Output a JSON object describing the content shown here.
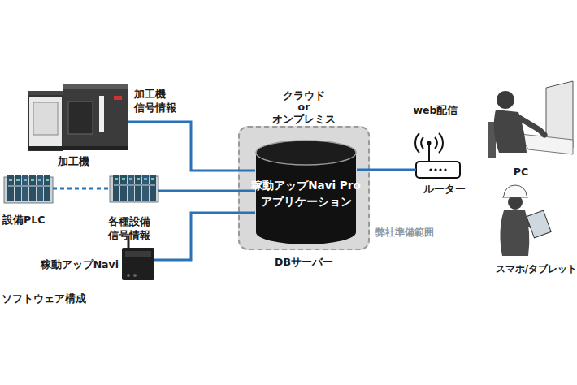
{
  "diagram": {
    "caption": "ソフトウェア構成",
    "nodes": [
      {
        "text": [
          "加工機"
        ]
      },
      {
        "text": [
          "設備PLC"
        ]
      },
      {
        "text": [
          "各種設備 信号情報"
        ]
      },
      {
        "text": [
          "稼動アップNavi"
        ]
      },
      {
        "text": [
          "クラウド or オンプレミス",
          "弊社準備範囲",
          "DBサーバー"
        ]
      },
      {
        "text": [
          "稼動アップNavi Pro アプリケーション"
        ],
        "in": 4
      },
      {
        "text": [
          "web配信",
          "ルーター"
        ]
      },
      {
        "text": [
          "PC"
        ]
      },
      {
        "text": [
          "スマホ/タブレット"
        ]
      }
    ],
    "edges": [
      {
        "from": 0,
        "to": 5,
        "arrow": "none",
        "label": "加工機 信号情報"
      },
      {
        "from": 1,
        "to": 2,
        "arrow": "none"
      },
      {
        "from": 2,
        "to": 5,
        "arrow": "none"
      },
      {
        "from": 3,
        "to": 5,
        "arrow": "none"
      },
      {
        "from": 5,
        "to": 6,
        "arrow": "none"
      }
    ]
  }
}
